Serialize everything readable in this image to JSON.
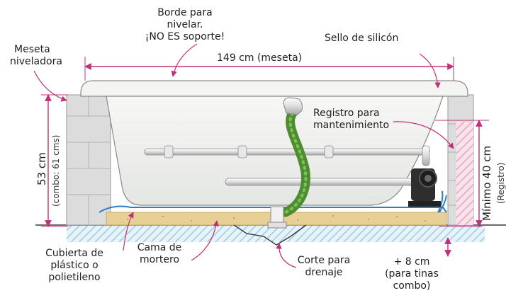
{
  "labels": {
    "borde_line1": "Borde para",
    "borde_line2": "nivelar.",
    "borde_line3": "¡NO ES soporte!",
    "sello": "Sello de silicón",
    "meseta_line1": "Meseta",
    "meseta_line2": "niveladora",
    "dim_149": "149 cm (meseta)",
    "registro_line1": "Registro para",
    "registro_line2": "mantenimiento",
    "dim_53": "53 cm",
    "combo_61": "(combo: 61 cms)",
    "minimo_40": "Mínimo 40 cm",
    "registro_small": "(Registro)",
    "cubierta_line1": "Cubierta de",
    "cubierta_line2": "plástico o",
    "cubierta_line3": "polietileno",
    "cama_line1": "Cama de",
    "cama_line2": "mortero",
    "corte_line1": "Corte para",
    "corte_line2": "drenaje",
    "plus8_line1": "+ 8 cm",
    "plus8_line2": "(para tinas",
    "plus8_line3": "combo)"
  },
  "colors": {
    "annotation": "#c0307a",
    "dimension": "#c0307a",
    "brick": "#d9d9d9",
    "tub": "#f2f2f2",
    "mortar": "#e5c98c",
    "pipe_green": "#5a9a3a",
    "floor_hatch": "#a9d2e6",
    "register_hatch": "#e8a9c3",
    "motor": "#2a2a2a",
    "water": "#2f7fc0"
  }
}
